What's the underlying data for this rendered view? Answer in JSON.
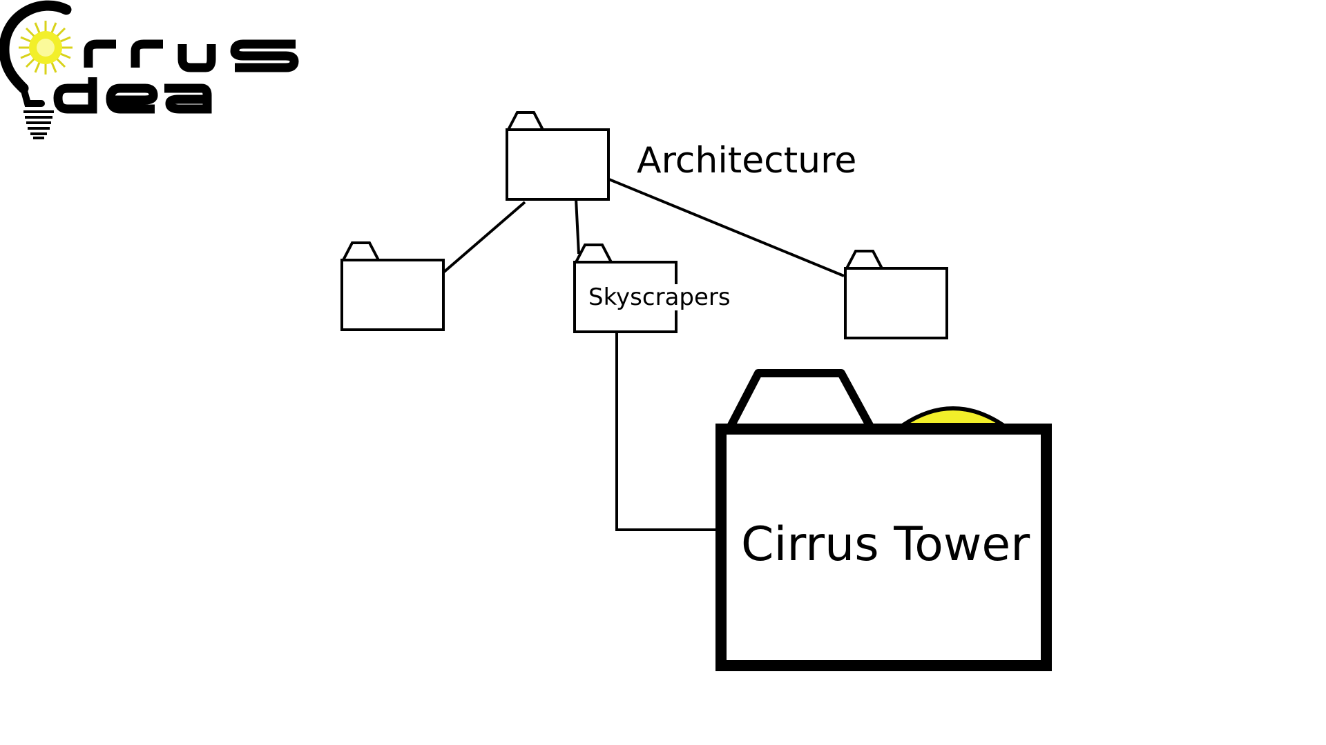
{
  "logo": {
    "wordmark": "Cirrus Idea",
    "brand_colors": {
      "ink": "#000000",
      "bulb": "#f2ef2a"
    },
    "icon": "lightbulb-icon"
  },
  "diagram": {
    "root_folder": {
      "label": "Architecture",
      "icon": "folder-icon"
    },
    "child_folders": [
      {
        "label": "",
        "icon": "folder-icon"
      },
      {
        "label": "Skyscrapers",
        "icon": "folder-icon"
      },
      {
        "label": "",
        "icon": "folder-icon"
      }
    ],
    "leaf_folder": {
      "label": "Cirrus Tower",
      "icon": "folder-icon",
      "accent": "yellow-sun-icon"
    }
  }
}
